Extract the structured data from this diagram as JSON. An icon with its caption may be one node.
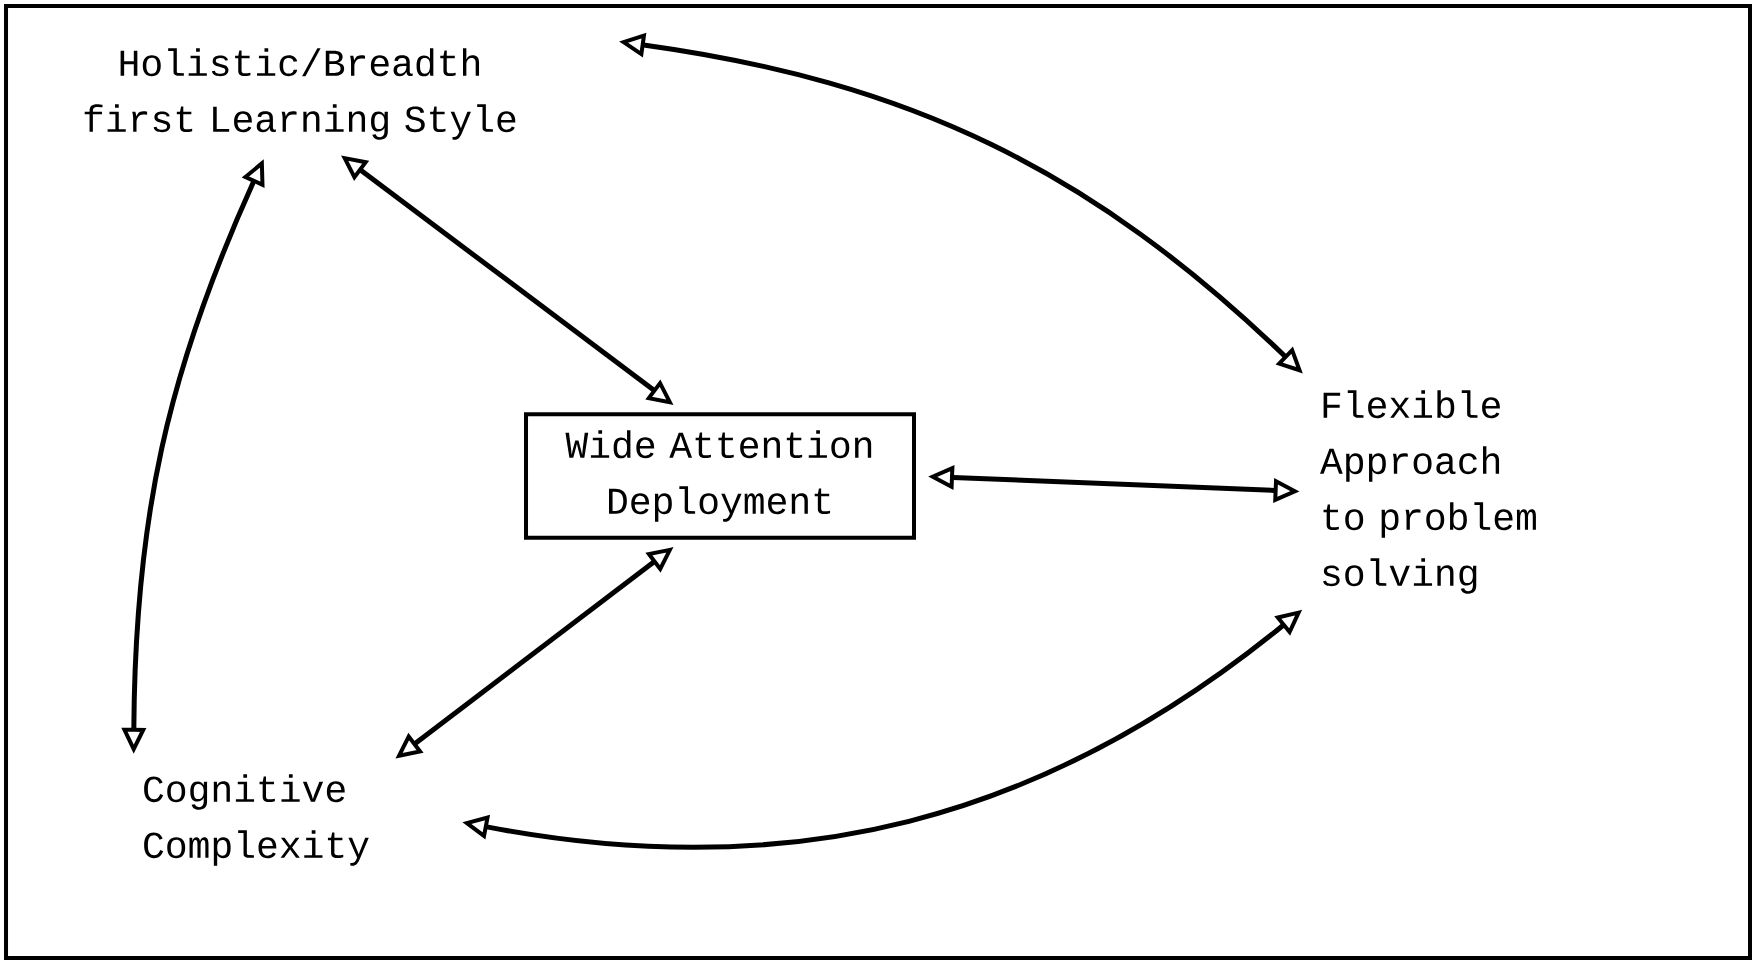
{
  "diagram": {
    "nodes": [
      {
        "text": [
          "Holistic/Breadth first Learning Style"
        ]
      },
      {
        "text": [
          "Wide Attention Deployment"
        ]
      },
      {
        "text": [
          "Flexible Approach to problem solving"
        ]
      },
      {
        "text": [
          "Cognitive Complexity"
        ]
      }
    ],
    "edges": [
      {
        "from": 0,
        "to": 1,
        "arrow": "both"
      },
      {
        "from": 0,
        "to": 2,
        "arrow": "both"
      },
      {
        "from": 0,
        "to": 3,
        "arrow": "both"
      },
      {
        "from": 1,
        "to": 2,
        "arrow": "both"
      },
      {
        "from": 1,
        "to": 3,
        "arrow": "both"
      },
      {
        "from": 3,
        "to": 2,
        "arrow": "both"
      }
    ]
  }
}
